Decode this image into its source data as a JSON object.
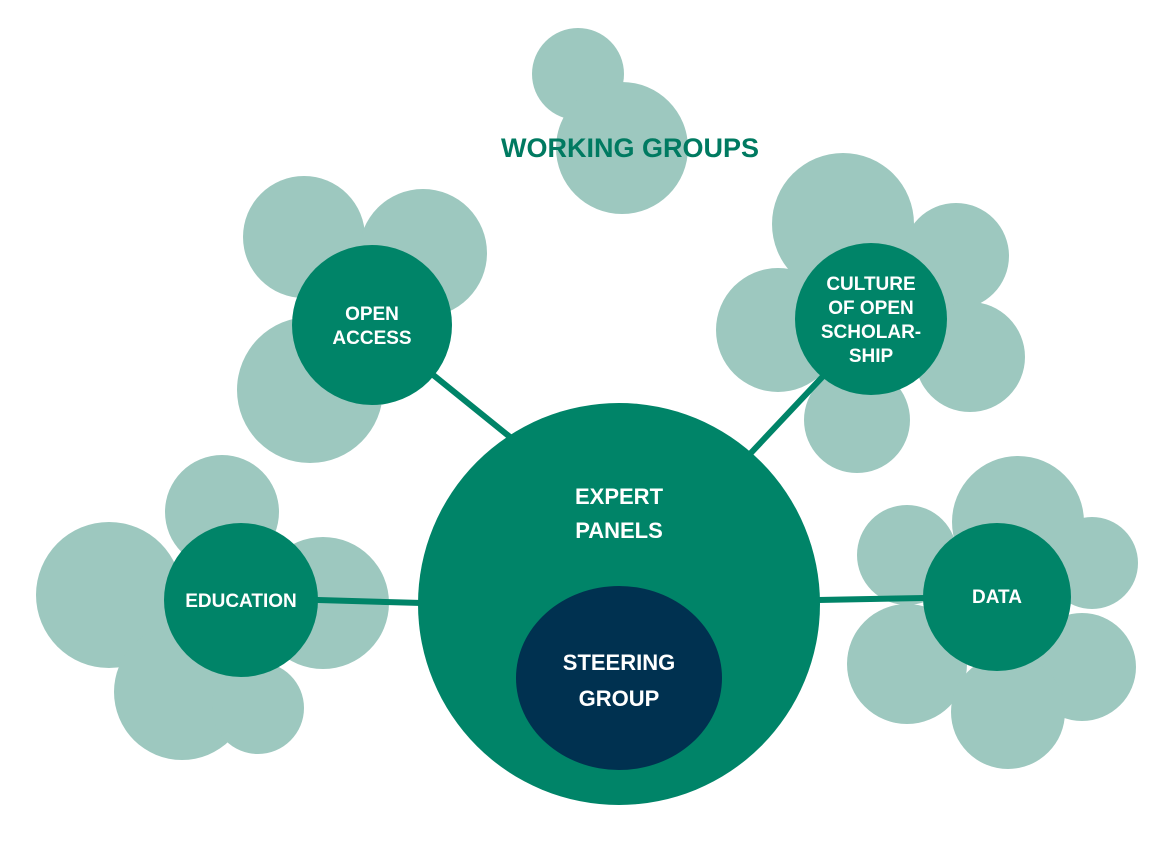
{
  "title": "WORKING GROUPS",
  "colors": {
    "cloud": "#9dc8bf",
    "node": "#008468",
    "core": "#003150",
    "connector": "#008468",
    "title": "#007a61"
  },
  "center": {
    "line1": "EXPERT",
    "line2": "PANELS"
  },
  "core": {
    "line1": "STEERING",
    "line2": "GROUP"
  },
  "groups": {
    "open_access": {
      "line1": "OPEN",
      "line2": "ACCESS"
    },
    "culture": {
      "line1": "CULTURE",
      "line2": "OF OPEN",
      "line3": "SCHOLAR-",
      "line4": "SHIP"
    },
    "education": {
      "label": "EDUCATION"
    },
    "data": {
      "label": "DATA"
    }
  }
}
